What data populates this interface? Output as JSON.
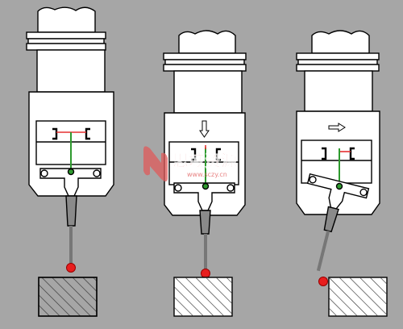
{
  "watermark": {
    "brand_text": "思域资源",
    "url_text": "www.sczy.cn",
    "logo_color": "#e05a5a"
  },
  "colors": {
    "background": "#a6a6a6",
    "body_fill": "#ffffff",
    "outline": "#000000",
    "stylus_gray": "#888888",
    "stylus_tip": "#e81e1e",
    "wire_green": "#2e9a2e",
    "contact_red": "#e53030",
    "hatch": "#333333"
  },
  "probes": [
    {
      "name": "probe-at-rest",
      "state": "rest",
      "arrow": "none"
    },
    {
      "name": "probe-vertical-contact",
      "state": "vertical",
      "arrow": "down"
    },
    {
      "name": "probe-lateral-contact",
      "state": "lateral",
      "arrow": "right"
    }
  ],
  "workpieces": [
    {
      "name": "workpiece-1"
    },
    {
      "name": "workpiece-2"
    },
    {
      "name": "workpiece-3"
    }
  ]
}
